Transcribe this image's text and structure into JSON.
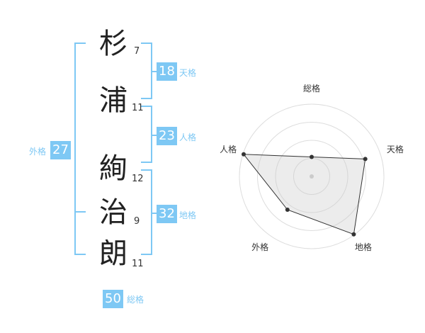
{
  "accent_color": "#7ec8f4",
  "name_chars": [
    {
      "char": "杉",
      "strokes": "7"
    },
    {
      "char": "浦",
      "strokes": "11"
    },
    {
      "char": "絢",
      "strokes": "12"
    },
    {
      "char": "治",
      "strokes": "9"
    },
    {
      "char": "朗",
      "strokes": "11"
    }
  ],
  "kaku": {
    "tenkaku": {
      "value": "18",
      "label": "天格"
    },
    "jinkaku": {
      "value": "23",
      "label": "人格"
    },
    "chikaku": {
      "value": "32",
      "label": "地格"
    },
    "gaikaku": {
      "value": "27",
      "label": "外格"
    },
    "soukaku": {
      "value": "50",
      "label": "総格"
    }
  },
  "chart_data": {
    "type": "radar",
    "axes": [
      "総格",
      "天格",
      "地格",
      "外格",
      "人格"
    ],
    "values": [
      0.27,
      0.78,
      0.99,
      0.57,
      0.99
    ],
    "range": [
      0,
      1
    ],
    "rings": 4,
    "grid": true
  }
}
